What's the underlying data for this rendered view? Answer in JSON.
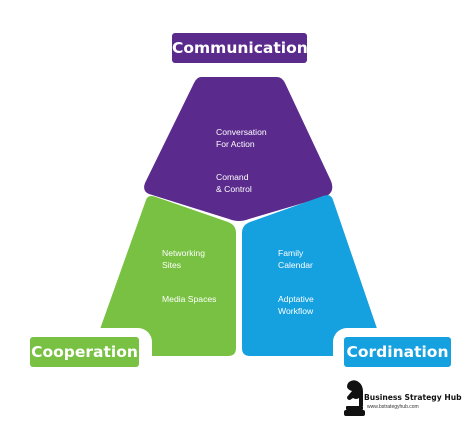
{
  "colors": {
    "communication": "#5a2a8c",
    "cooperation": "#78c142",
    "coordination": "#15a0df",
    "text_on_color": "#ffffff",
    "brand_text": "#111111"
  },
  "diagram": {
    "top": {
      "label": "Communication",
      "items": [
        "Conversation\nFor Action",
        "Comand\n& Control"
      ]
    },
    "left": {
      "label": "Cooperation",
      "items": [
        "Networking\nSites",
        "Media Spaces"
      ]
    },
    "right": {
      "label": "Cordination",
      "items": [
        "Family\nCalendar",
        "Adptative\nWorkflow"
      ]
    }
  },
  "brand": {
    "icon": "knight-chess-piece-icon",
    "name": "Business Strategy Hub",
    "url": "www.bstrategyhub.com"
  }
}
